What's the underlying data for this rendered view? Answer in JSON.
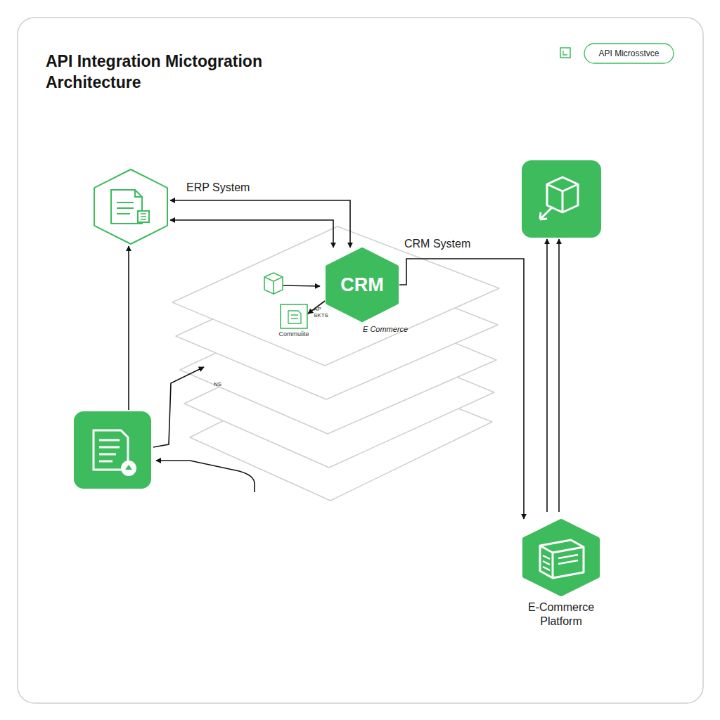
{
  "diagram": {
    "title": "API Integration Mictogration Architecture",
    "nodes": [
      {
        "text": [
          "ERP System"
        ]
      },
      {
        "text": [
          "CRM",
          "CRM System"
        ]
      },
      {
        "text": [
          "Commuiite"
        ]
      },
      {
        "text": [
          "E-Commerce Platform"
        ]
      }
    ],
    "edges": [
      {
        "from": 0,
        "to": 1,
        "arrow": "both"
      },
      {
        "from": 0,
        "to": 1,
        "arrow": "both"
      },
      {
        "from": 1,
        "to": 3,
        "arrow": "to"
      },
      {
        "from": 1,
        "to": 2,
        "label": "AP SKTS",
        "arrow": "to"
      }
    ],
    "labels": [
      "API Microsstvce",
      "E Commerce",
      "NS"
    ]
  }
}
